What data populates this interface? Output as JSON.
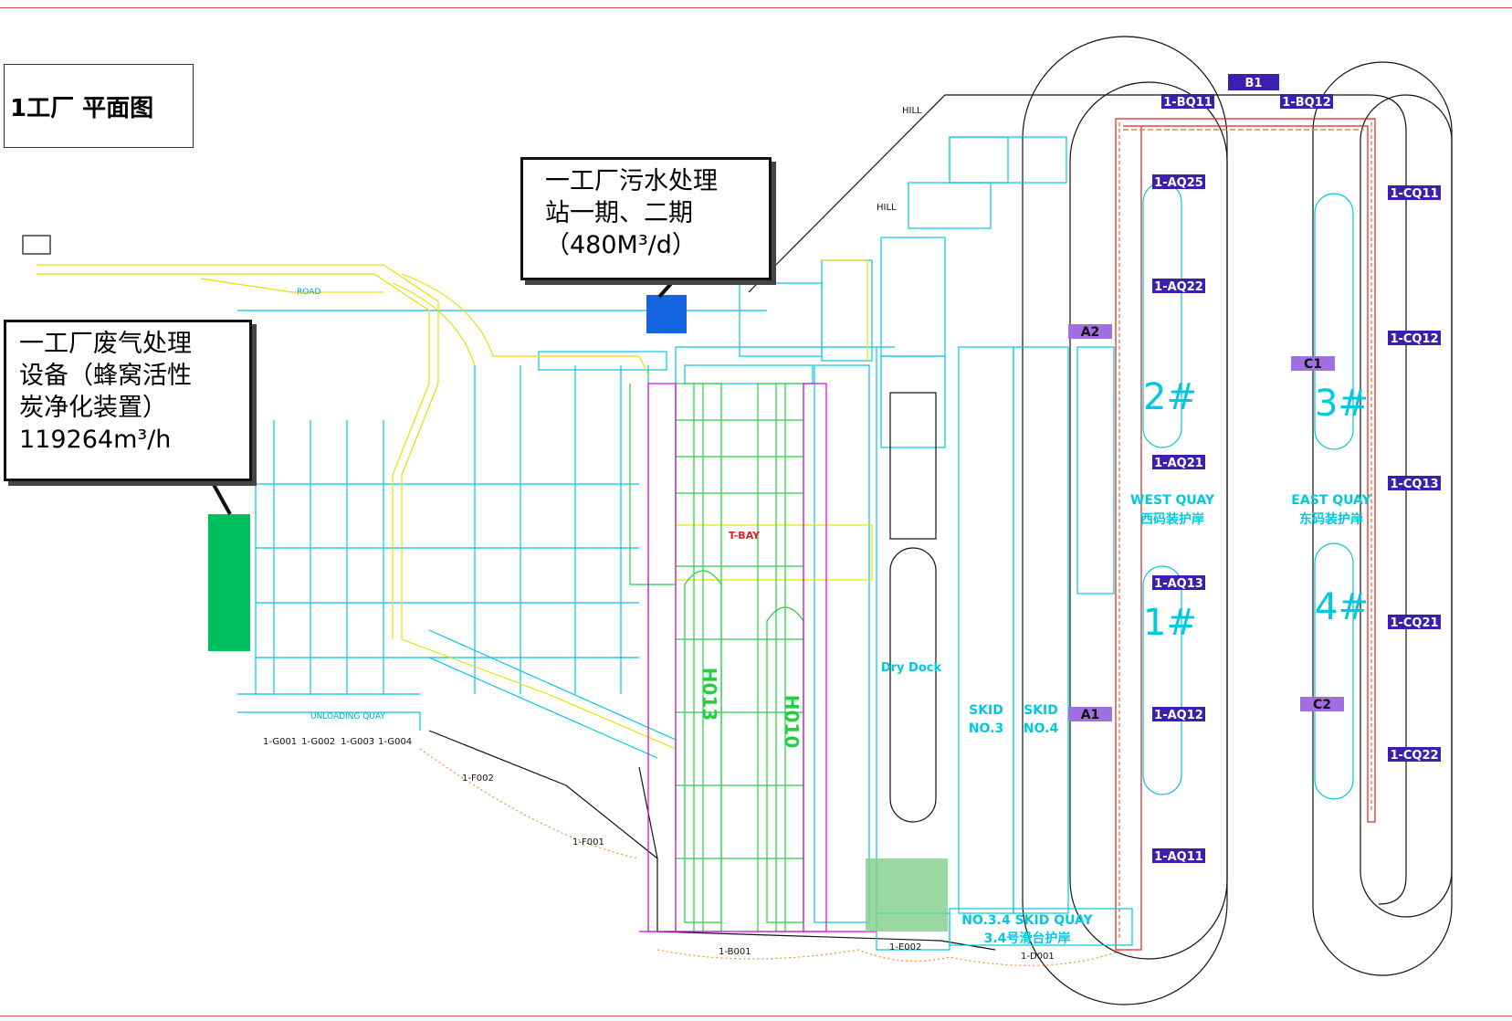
{
  "title": "1工厂 平面图",
  "callouts": {
    "sewage": [
      "一工厂污水处理",
      "站一期、二期",
      "（480M³/d）"
    ],
    "waste_gas": [
      "一工厂废气处理",
      "设备（蜂窝活性",
      "炭净化装置）",
      "119264m³/h"
    ]
  },
  "markers": {
    "sewage_plant_color": "#1565e0",
    "gas_treatment_color": "#00c060"
  },
  "purple_tags": {
    "B1": "B1",
    "BQ11": "1-BQ11",
    "BQ12": "1-BQ12",
    "AQ25": "1-AQ25",
    "AQ22": "1-AQ22",
    "AQ21": "1-AQ21",
    "AQ13": "1-AQ13",
    "AQ12": "1-AQ12",
    "AQ11": "1-AQ11",
    "CQ11": "1-CQ11",
    "CQ12": "1-CQ12",
    "CQ13": "1-CQ13",
    "CQ21": "1-CQ21",
    "CQ22": "1-CQ22",
    "A1": "A1",
    "A2": "A2",
    "C1": "C1",
    "C2": "C2"
  },
  "berths": {
    "b1": "1#",
    "b2": "2#",
    "b3": "3#",
    "b4": "4#"
  },
  "quays": {
    "west_en": "WEST QUAY",
    "west_cn": "西码装护岸",
    "east_en": "EAST QUAY",
    "east_cn": "东码装护岸",
    "skid_en": "NO.3.4 SKID QUAY",
    "skid_cn": "3.4号滑台护岸"
  },
  "areas": {
    "dry_dock": "Dry Dock",
    "skid3_a": "SKID",
    "skid3_b": "NO.3",
    "skid4_a": "SKID",
    "skid4_b": "NO.4",
    "h013": "H013",
    "h010": "H010",
    "tbay": "T-BAY",
    "road": "ROAD",
    "hill1": "HILL",
    "hill2": "HILL",
    "unloading": "UNLOADING QUAY"
  },
  "bottom_codes": {
    "g001": "1-G001",
    "g002": "1-G002",
    "g003": "1-G003",
    "g004": "1-G004",
    "f001": "1-F001",
    "f002": "1-F002",
    "b001": "1-B001",
    "e002": "1-E002",
    "d001": "1-D001"
  }
}
